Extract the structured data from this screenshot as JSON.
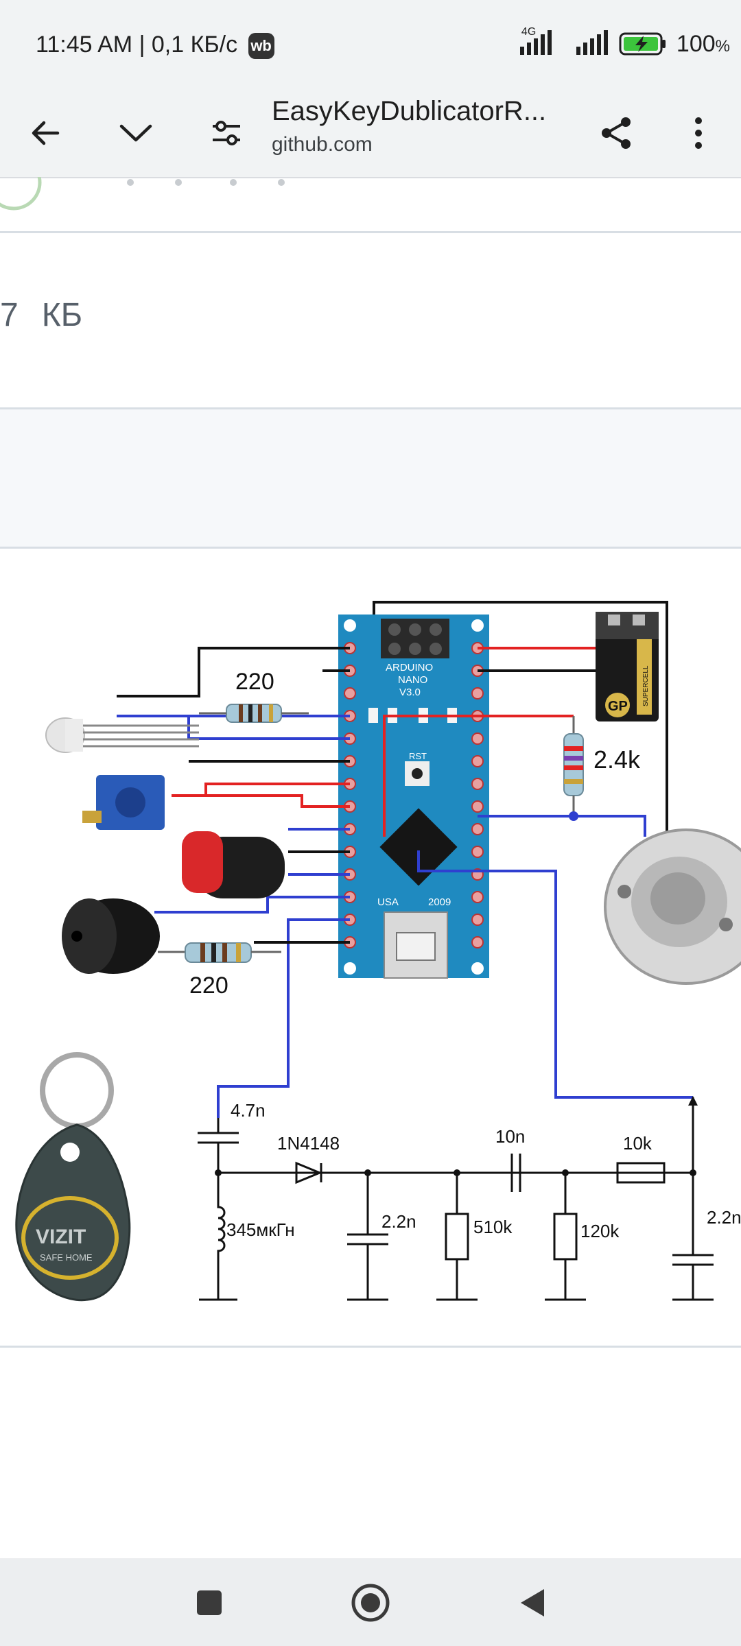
{
  "status_bar": {
    "time_text": "11:45 AM | 0,1 КБ/с",
    "wb_badge": "wb",
    "network_label": "4G",
    "battery_text": "100",
    "battery_unit": "%"
  },
  "toolbar": {
    "title": "EasyKeyDublicatorR...",
    "domain": "github.com",
    "icons": [
      "back-arrow-icon",
      "chevron-down-icon",
      "tune-icon",
      "share-icon",
      "more-vert-icon"
    ]
  },
  "file": {
    "size_number": "7",
    "size_unit": "КБ"
  },
  "schematic": {
    "board_title": "ARDUINO",
    "board_subtitle": "NANO",
    "board_version": "V3.0",
    "board_footer_left": "USA",
    "board_footer_right": "2009",
    "reset_label": "RST",
    "resistor_top": "220",
    "resistor_bottom": "220",
    "resistor_right": "2.4k",
    "cap_1": "4.7n",
    "diode": "1N4148",
    "cap_2": "10n",
    "res_10k": "10k",
    "inductor": "345мкГн",
    "cap_3": "2.2n",
    "res_510k": "510k",
    "res_120k": "120k",
    "cap_4": "2.2n",
    "keyfob_brand": "VIZIT",
    "keyfob_sub": "SAFE HOME",
    "battery_brand": "GP",
    "battery_sub": "SUPERCELL"
  },
  "colors": {
    "board_blue": "#1f8ac0",
    "wire_blue": "#2f3fd0",
    "wire_red": "#e32222",
    "wire_black": "#111111"
  }
}
